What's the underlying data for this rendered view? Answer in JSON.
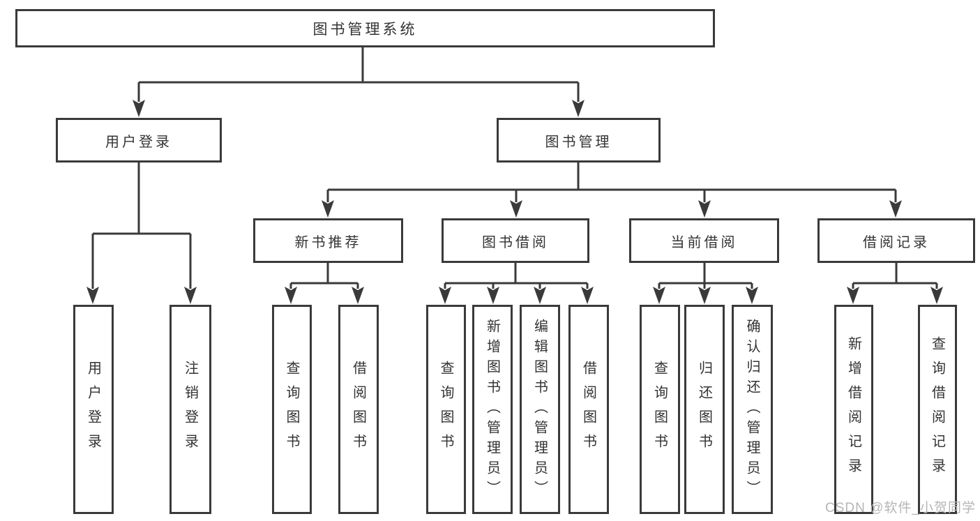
{
  "tree": {
    "root": "图书管理系统",
    "branches": [
      {
        "label": "用户登录",
        "children": [
          {
            "label": "用户登录"
          },
          {
            "label": "注销登录"
          }
        ]
      },
      {
        "label": "图书管理",
        "children": [
          {
            "label": "新书推荐",
            "children": [
              {
                "label": "查询图书"
              },
              {
                "label": "借阅图书"
              }
            ]
          },
          {
            "label": "图书借阅",
            "children": [
              {
                "label": "查询图书"
              },
              {
                "label": "新增图书（管理员）"
              },
              {
                "label": "编辑图书（管理员）"
              },
              {
                "label": "借阅图书"
              }
            ]
          },
          {
            "label": "当前借阅",
            "children": [
              {
                "label": "查询图书"
              },
              {
                "label": "归还图书"
              },
              {
                "label": "确认归还（管理员）"
              }
            ]
          },
          {
            "label": "借阅记录",
            "children": [
              {
                "label": "新增借阅记录"
              },
              {
                "label": "查询借阅记录"
              }
            ]
          }
        ]
      }
    ]
  },
  "watermark": "CSDN @软件_小贺同学",
  "colors": {
    "line": "#3a3a3a",
    "text": "#333333",
    "background": "#ffffff",
    "watermark": "#b5b5b5"
  }
}
